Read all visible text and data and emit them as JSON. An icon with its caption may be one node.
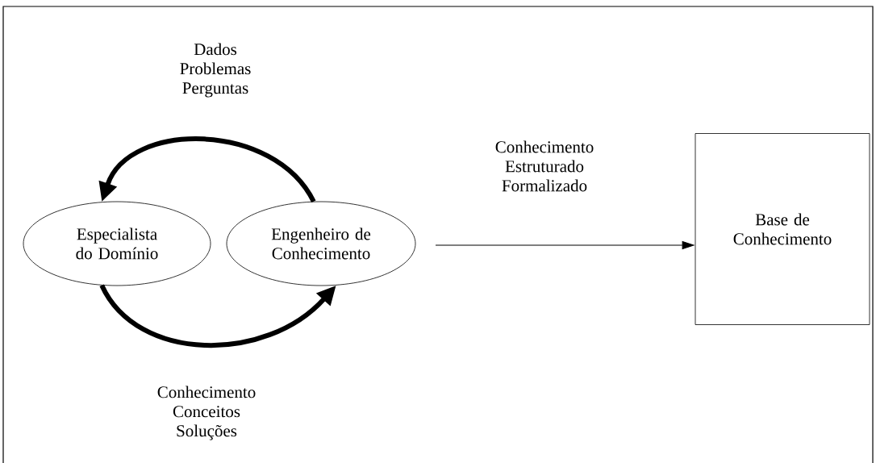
{
  "diagram": {
    "nodes": [
      {
        "text": [
          "Especialista do Domínio"
        ]
      },
      {
        "text": [
          "Engenheiro de Conhecimento"
        ]
      },
      {
        "text": [
          "Base de Conhecimento"
        ]
      }
    ],
    "edges": [
      {
        "from": 1,
        "to": 0,
        "arrow": "to",
        "label": "Dados Problemas Perguntas"
      },
      {
        "from": 0,
        "to": 1,
        "arrow": "to",
        "label": "Conhecimento Conceitos Soluções"
      },
      {
        "from": null,
        "to": 2,
        "arrow": "to",
        "label": "Conhecimento Estruturado Formalizado"
      }
    ]
  }
}
